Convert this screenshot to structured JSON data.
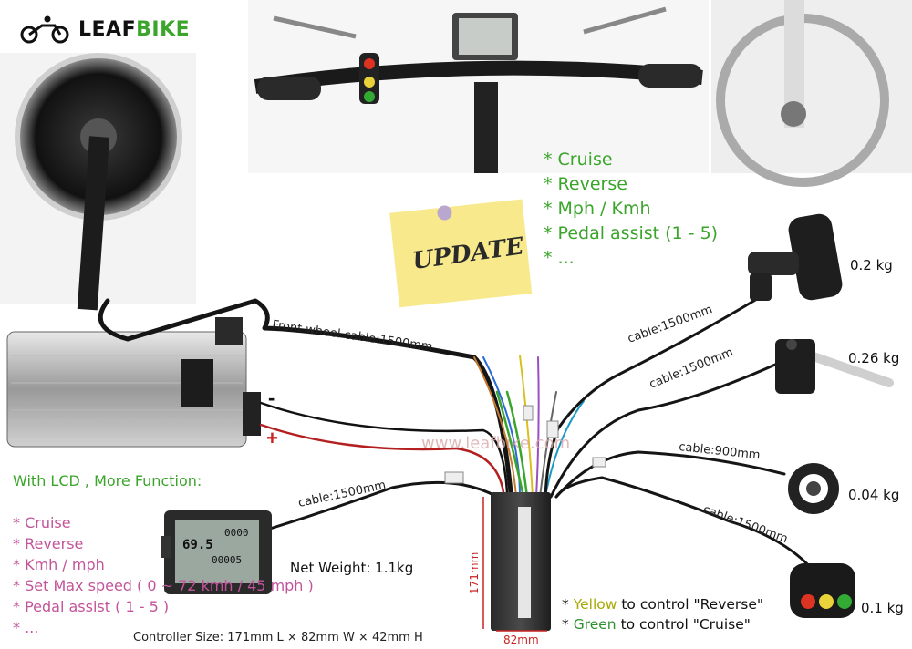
{
  "brand": {
    "name": "LEAFBIKE",
    "leaf_part": "LEAF",
    "bike_part": "BIKE",
    "color": "#3aa52a"
  },
  "lcd_features": {
    "header": "With LCD , More Function:",
    "items": [
      "* Cruise",
      "* Reverse",
      "* Kmh / mph",
      "* Set Max speed ( 0 ~ 72 kmh / 45 mph )",
      "* Pedal assist ( 1 - 5 )",
      "* ..."
    ]
  },
  "top_features": {
    "items": [
      "* Cruise",
      "* Reverse",
      "* Mph / Kmh",
      "* Pedal assist (1 - 5)",
      "* ..."
    ]
  },
  "sticky_note": {
    "text": "UPDATE"
  },
  "cables": {
    "front_wheel": "Front wheel cable:1500mm",
    "throttle": "cable:1500mm",
    "brake": "cable:1500mm",
    "pas": "cable:900mm",
    "switch": "cable:1500mm",
    "lcd": "cable:1500mm"
  },
  "weights": {
    "throttle": "0.2 kg",
    "brake": "0.26 kg",
    "pas": "0.04 kg",
    "switch": "0.1 kg",
    "net": "Net Weight: 1.1kg"
  },
  "battery": {
    "minus": "-",
    "plus": "+"
  },
  "watermark": "www.leafbike.com",
  "controller": {
    "size_text": "Controller Size: 171mm L × 82mm W × 42mm H",
    "height_dim": "171mm",
    "width_dim": "82mm"
  },
  "control_notes": {
    "yellow_line": {
      "prefix": "* ",
      "color_word": "Yellow",
      "rest": " to control \"Reverse\""
    },
    "green_line": {
      "prefix": "* ",
      "color_word": "Green",
      "rest": " to control \"Cruise\""
    }
  },
  "lcd_screen": {
    "speed": "69.5",
    "top": "0000",
    "bottom": "00005"
  },
  "colors": {
    "feature_green": "#3aa52a",
    "feature_pink": "#c2549a",
    "plus_red": "#cc2222",
    "yellow_word": "#a8a800",
    "green_word": "#2f8f2f",
    "dim_red": "#cc2222"
  }
}
